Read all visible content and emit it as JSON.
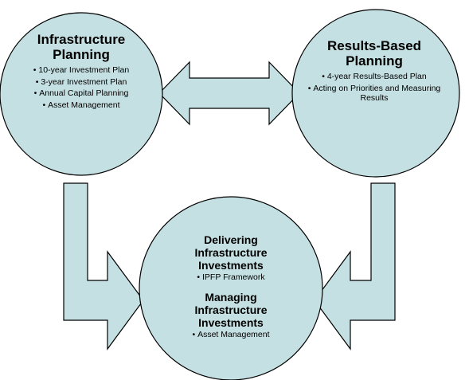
{
  "nodes": {
    "infrastructure_planning": {
      "title": "Infrastructure Planning",
      "items": [
        "10-year Investment Plan",
        "3-year Investment Plan",
        "Annual Capital Planning",
        "Asset Management"
      ]
    },
    "results_based_planning": {
      "title": "Results-Based Planning",
      "items": [
        "4-year Results-Based Plan",
        "Acting on Priorities and Measuring Results"
      ]
    },
    "delivering_managing": {
      "sections": [
        {
          "title": "Delivering Infrastructure Investments",
          "items": [
            "IPFP Framework"
          ]
        },
        {
          "title": "Managing Infrastructure Investments",
          "items": [
            "Asset Management"
          ]
        }
      ]
    }
  },
  "colors": {
    "fill": "#c5e0e3",
    "stroke": "#000000",
    "text": "#000000"
  },
  "connectors": [
    "double-arrow-between-top-circles",
    "bent-arrow-left-to-bottom",
    "bent-arrow-right-to-bottom"
  ]
}
